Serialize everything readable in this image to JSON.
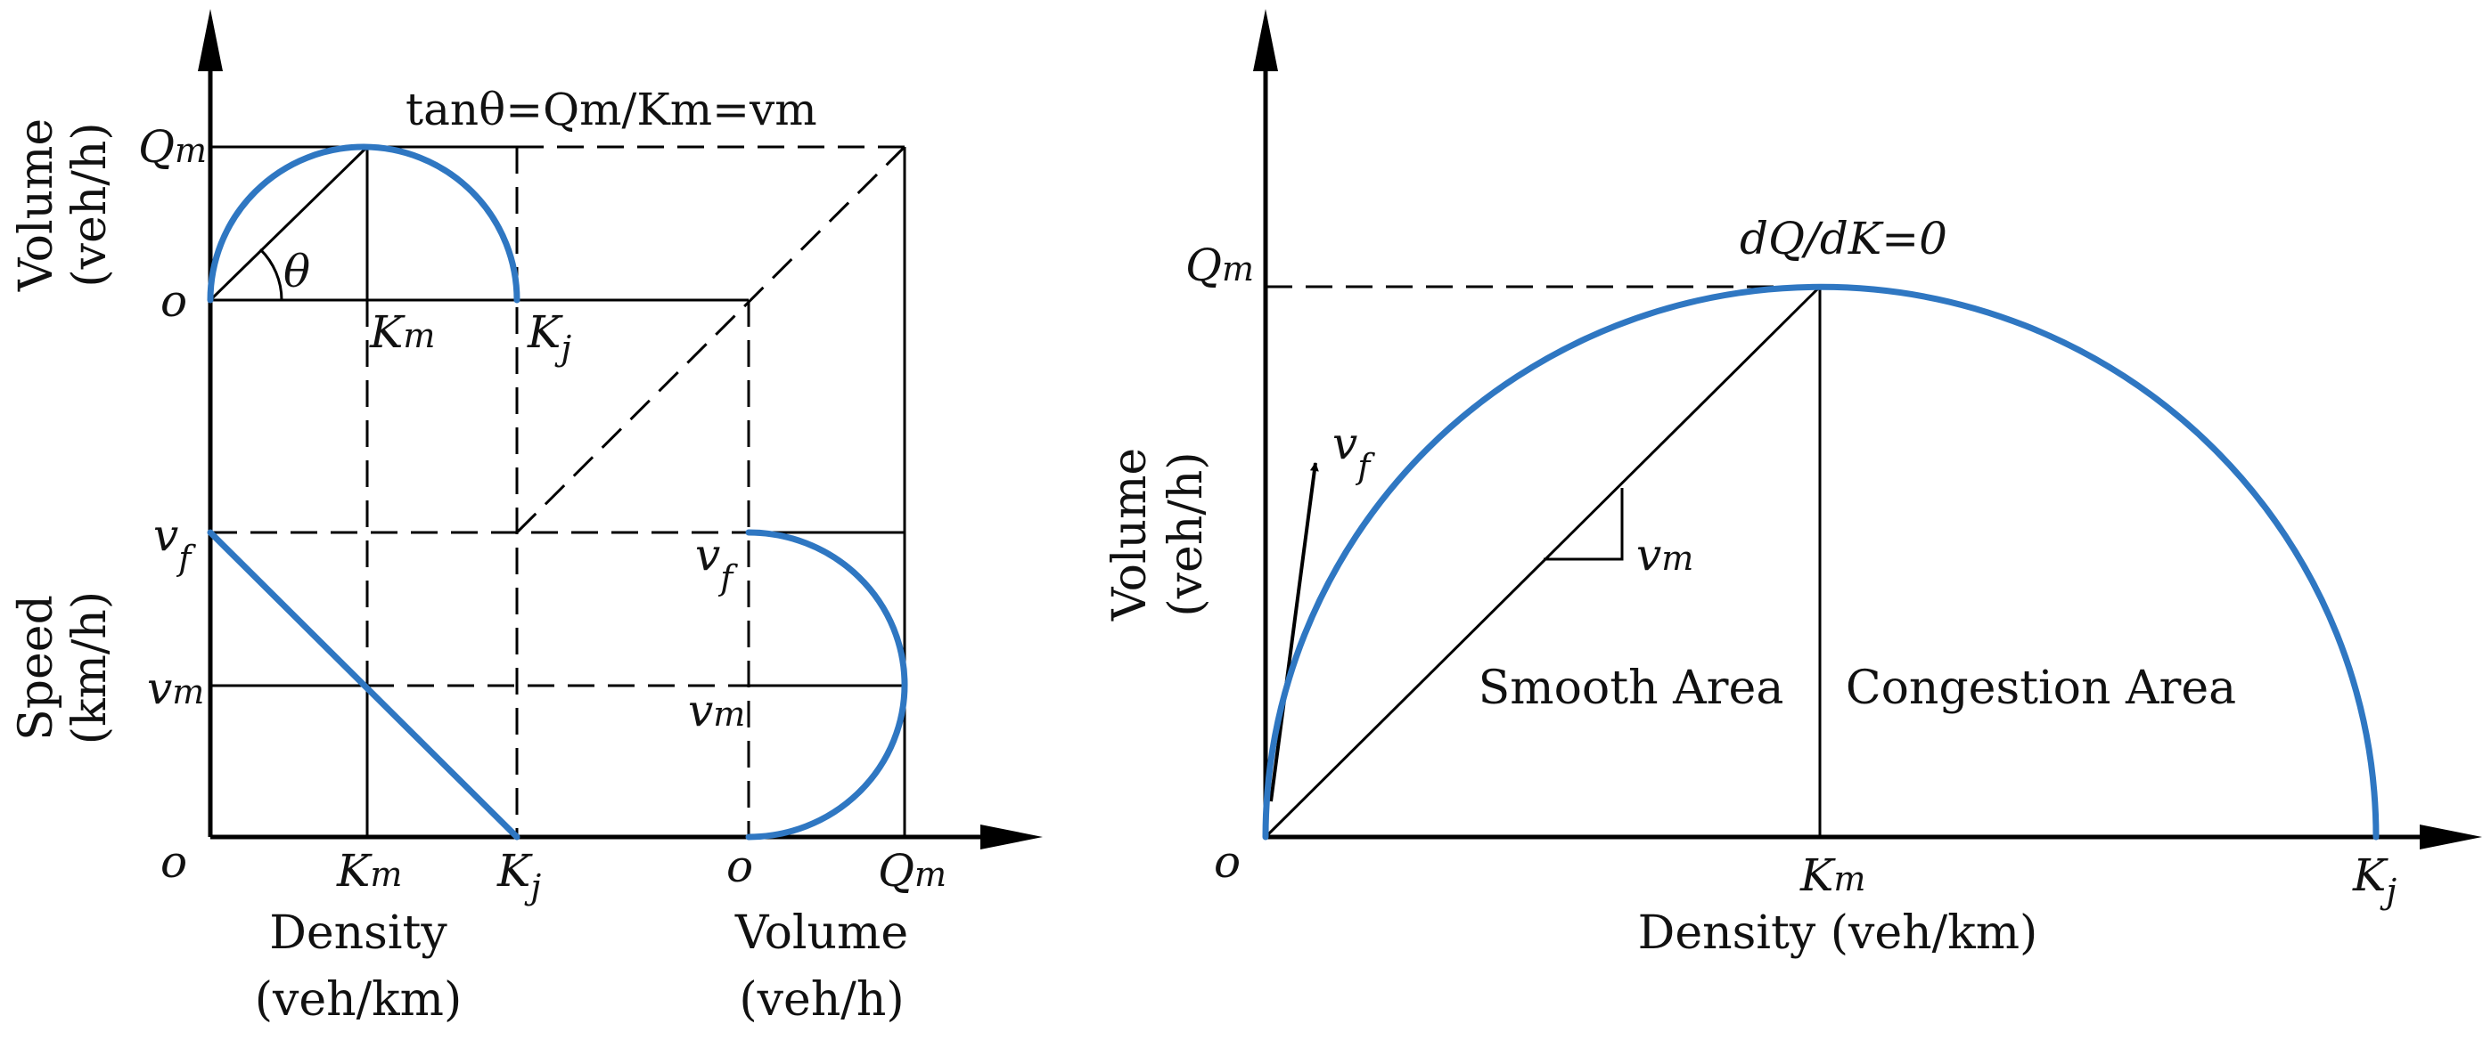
{
  "colors": {
    "curve": "#2f77c2",
    "line": "#000000"
  },
  "left_figure": {
    "formula": "tanθ=Qm/Km=vm",
    "y_labels": {
      "volume_line1": "Volume",
      "volume_line2": "(veh/h)",
      "speed_line1": "Speed",
      "speed_line2": "(km/h)"
    },
    "x_labels": {
      "density_line1": "Density",
      "density_line2": "(veh/km)",
      "volume_line1": "Volume",
      "volume_line2": "(veh/h)"
    },
    "symbols": {
      "origin": "o",
      "qm_base": "Q",
      "qm_sub": "m",
      "km_base": "K",
      "km_sub": "m",
      "kj_base": "K",
      "kj_sub": "j",
      "vf_base": "v",
      "vf_sub": "f",
      "vm_base": "v",
      "vm_sub": "m",
      "theta": "θ"
    }
  },
  "right_figure": {
    "annotation": "dQ/dK=0",
    "regions": {
      "smooth": "Smooth Area",
      "congestion": "Congestion Area"
    },
    "y_label_line1": "Volume",
    "y_label_line2": "(veh/h)",
    "x_label": "Density (veh/km)",
    "symbols": {
      "origin": "o",
      "qm_base": "Q",
      "qm_sub": "m",
      "km_base": "K",
      "km_sub": "m",
      "kj_base": "K",
      "kj_sub": "j",
      "vf_base": "v",
      "vf_sub": "f",
      "vm_base": "v",
      "vm_sub": "m"
    }
  }
}
